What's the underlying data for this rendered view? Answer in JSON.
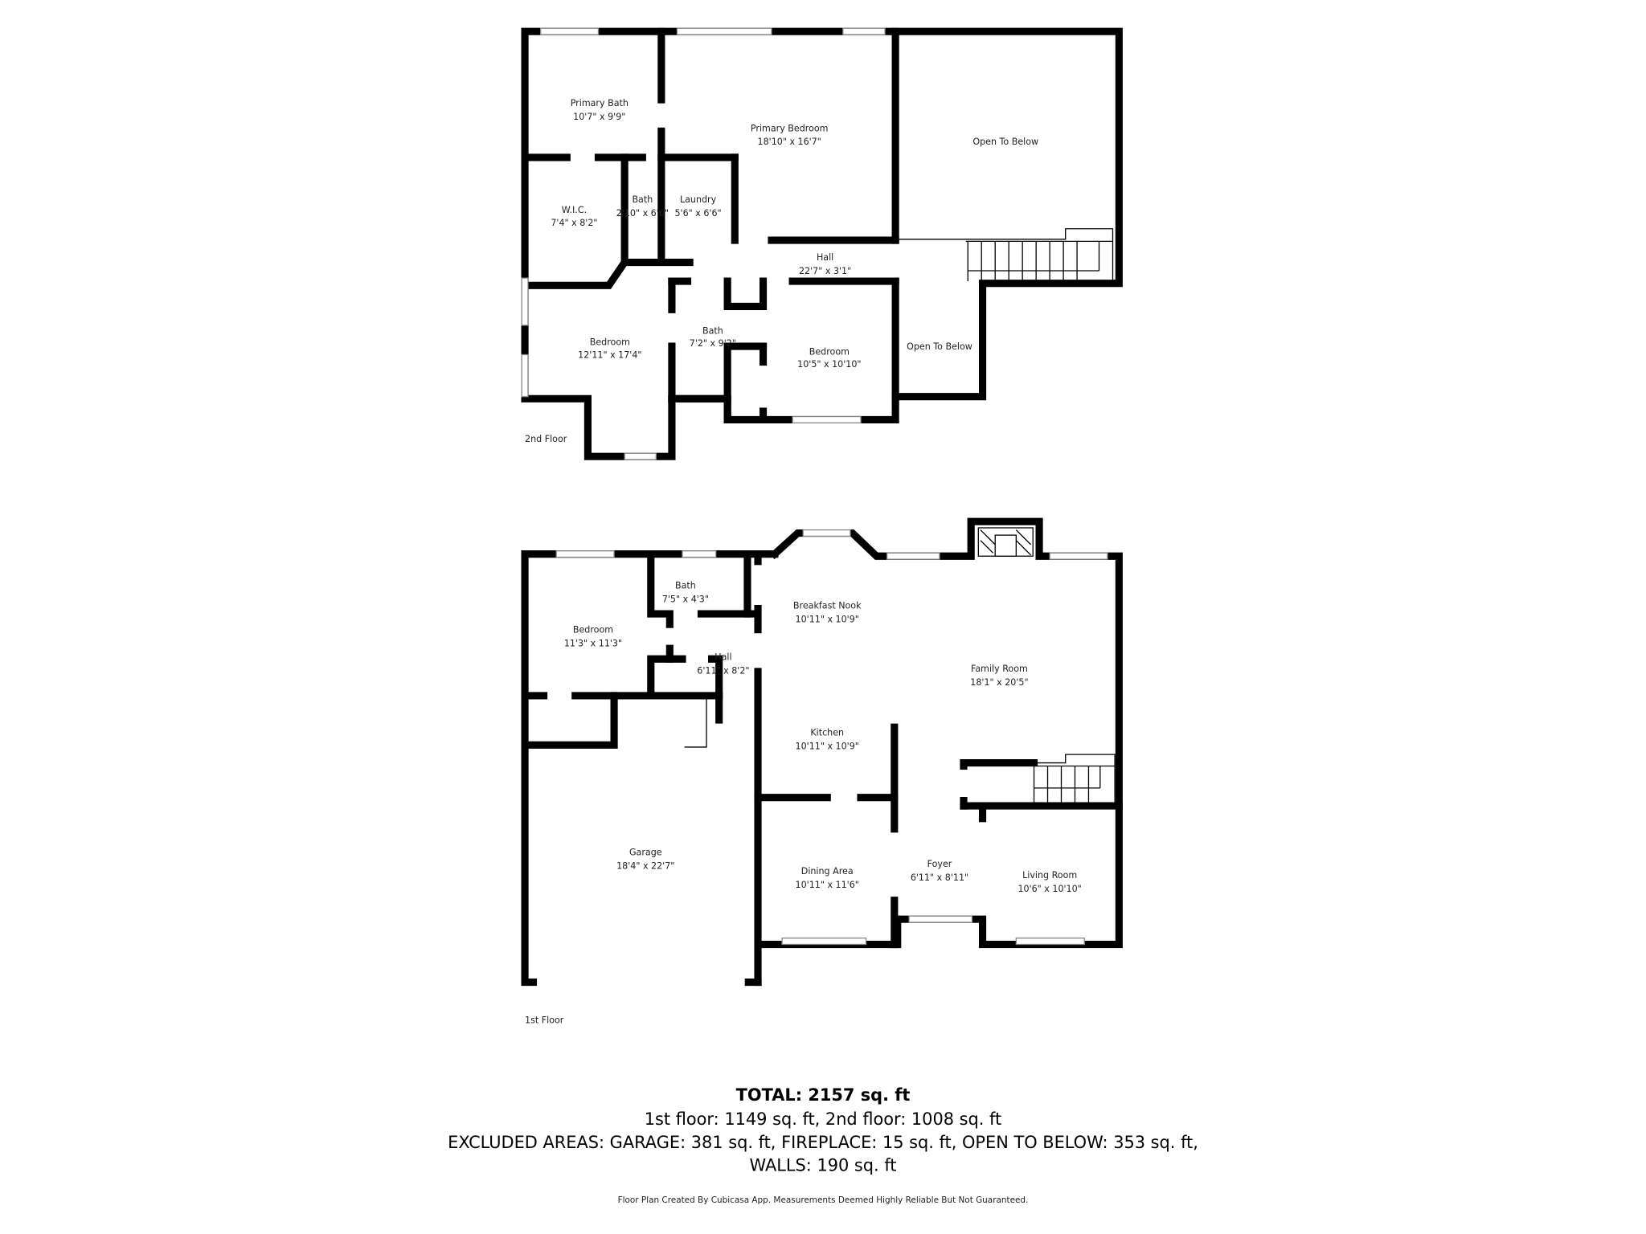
{
  "second_floor": {
    "label": "2nd Floor",
    "rooms": [
      {
        "name": "Primary Bath",
        "size": "10'7\" x 9'9\""
      },
      {
        "name": "Primary Bedroom",
        "size": "18'10\" x 16'7\""
      },
      {
        "name": "Open To Below",
        "size": ""
      },
      {
        "name": "W.I.C.",
        "size": "7'4\" x 8'2\""
      },
      {
        "name": "Bath",
        "size": "2'10\" x 6'6\""
      },
      {
        "name": "Laundry",
        "size": "5'6\" x 6'6\""
      },
      {
        "name": "Hall",
        "size": "22'7\" x 3'1\""
      },
      {
        "name": "Bedroom",
        "size": "12'11\" x 17'4\""
      },
      {
        "name": "Bath",
        "size": "7'2\" x 9'2\""
      },
      {
        "name": "Bedroom",
        "size": "10'5\" x 10'10\""
      },
      {
        "name": "Open To Below",
        "size": ""
      }
    ]
  },
  "first_floor": {
    "label": "1st Floor",
    "rooms": [
      {
        "name": "Bath",
        "size": "7'5\" x 4'3\""
      },
      {
        "name": "Bedroom",
        "size": "11'3\" x 11'3\""
      },
      {
        "name": "Hall",
        "size": "6'11\" x 8'2\""
      },
      {
        "name": "Breakfast Nook",
        "size": "10'11\" x 10'9\""
      },
      {
        "name": "Family Room",
        "size": "18'1\" x 20'5\""
      },
      {
        "name": "Kitchen",
        "size": "10'11\" x 10'9\""
      },
      {
        "name": "Garage",
        "size": "18'4\" x 22'7\""
      },
      {
        "name": "Dining Area",
        "size": "10'11\" x 11'6\""
      },
      {
        "name": "Foyer",
        "size": "6'11\" x 8'11\""
      },
      {
        "name": "Living Room",
        "size": "10'6\" x 10'10\""
      }
    ]
  },
  "summary": {
    "total": "TOTAL: 2157 sq. ft",
    "floors": "1st floor: 1149 sq. ft, 2nd floor: 1008 sq. ft",
    "excluded": "EXCLUDED AREAS: GARAGE: 381 sq. ft, FIREPLACE: 15 sq. ft, OPEN TO BELOW: 353 sq. ft,",
    "walls": "WALLS: 190 sq. ft",
    "disclaimer": "Floor Plan Created By Cubicasa App. Measurements Deemed Highly Reliable But Not Guaranteed."
  }
}
